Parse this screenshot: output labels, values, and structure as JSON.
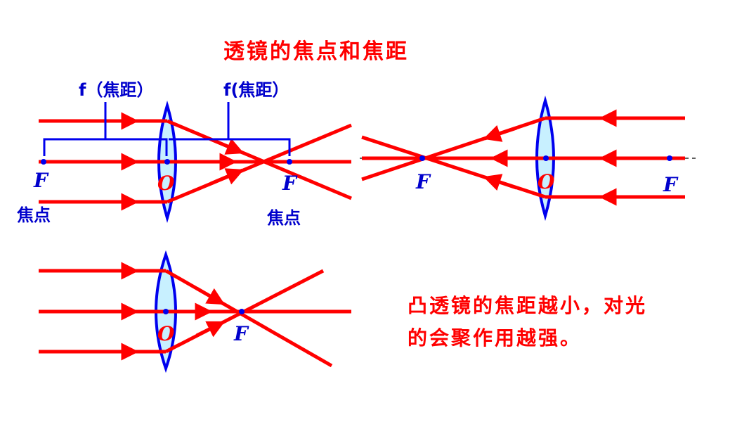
{
  "title": "透镜的焦点和焦距",
  "labels": {
    "focal_length_1": "f（焦距）",
    "focal_length_2": "f(焦距）",
    "focus_point": "F",
    "optical_center": "O",
    "focus_word": "焦点"
  },
  "conclusion": {
    "line1": "凸透镜的焦距越小，对光",
    "line2": "的会聚作用越强。"
  },
  "colors": {
    "ray": "#ff0000",
    "lens_stroke": "#0000ee",
    "lens_fill": "#c8f0ff",
    "label_blue": "#0000cc",
    "text_red": "#ff0000"
  }
}
